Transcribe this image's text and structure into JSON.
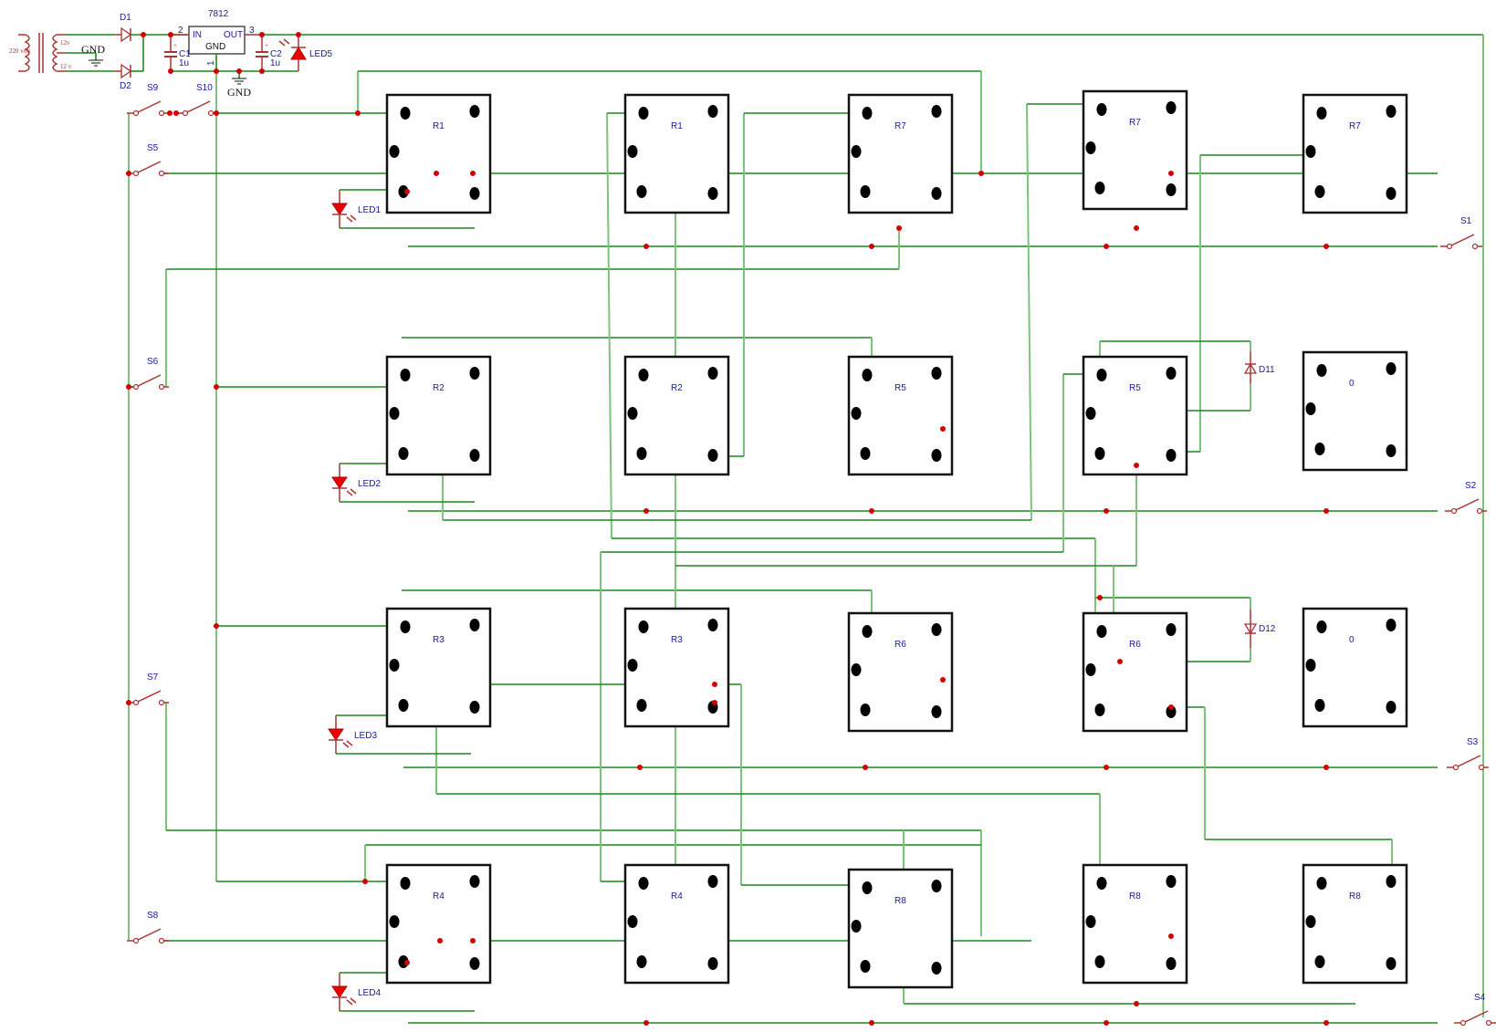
{
  "title": "Relay switching matrix schematic",
  "colors": {
    "wire": "#1a8a1a",
    "wire_light": "#7cc47c",
    "junction": "#d40000",
    "component": "#aa3333",
    "label": "#1a1a9a",
    "led": "#ee0000"
  },
  "power_supply": {
    "transformer_label": "220 volt",
    "secondary_top": "12v",
    "secondary_bottom": "12 v",
    "gnd_label": "GND",
    "diodes": [
      "D1",
      "D2"
    ],
    "regulator": {
      "name": "7812",
      "pin_in": "IN",
      "pin_out": "OUT",
      "pin_gnd": "GND",
      "pin_in_num": "2",
      "pin_out_num": "3",
      "pin_gnd_num": "1"
    },
    "capacitors": [
      {
        "name": "C1",
        "value": "1u"
      },
      {
        "name": "C2",
        "value": "1u"
      }
    ],
    "indicator_led": "LED5",
    "ground_label": "GND"
  },
  "switches": {
    "left": [
      "S9",
      "S10",
      "S5",
      "S6",
      "S7",
      "S8"
    ],
    "right": [
      "S1",
      "S2",
      "S3",
      "S4"
    ]
  },
  "leds": [
    "LED1",
    "LED2",
    "LED3",
    "LED4"
  ],
  "diodes_extra": [
    "D11",
    "D12"
  ],
  "relays": [
    [
      "R1",
      "R1",
      "R7",
      "R7",
      "R7"
    ],
    [
      "R2",
      "R2",
      "R5",
      "R5",
      "0"
    ],
    [
      "R3",
      "R3",
      "R6",
      "R6",
      "0"
    ],
    [
      "R4",
      "R4",
      "R8",
      "R8",
      "R8"
    ]
  ]
}
